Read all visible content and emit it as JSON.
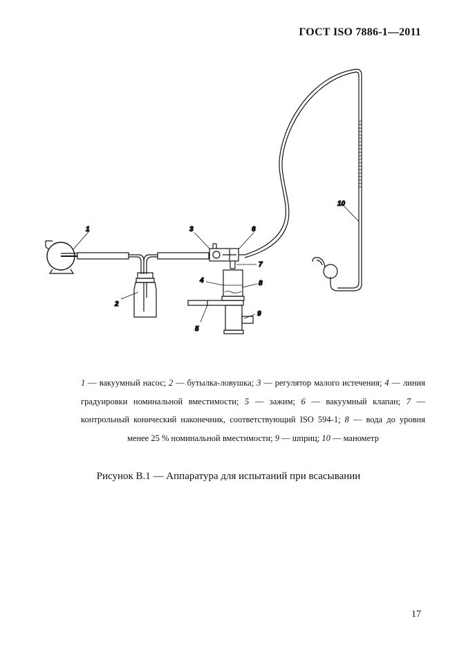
{
  "header": {
    "standard": "ГОСТ ISO 7886-1—2011"
  },
  "figure": {
    "labels": [
      "1",
      "2",
      "3",
      "4",
      "5",
      "6",
      "7",
      "8",
      "9",
      "10"
    ]
  },
  "legend": [
    {
      "num": "1",
      "text": " — вакуумный насос; "
    },
    {
      "num": "2",
      "text": " — бутылка-ловушка; "
    },
    {
      "num": "3",
      "text": " — регулятор малого истечения; "
    },
    {
      "num": "4",
      "text": " — линия градуировки номинальной вместимости; "
    },
    {
      "num": "5",
      "text": " — зажим; "
    },
    {
      "num": "6",
      "text": " — вакуумный клапан; "
    },
    {
      "num": "7",
      "text": " — контрольный конический наконечник, соответствующий ISO 594-1; "
    },
    {
      "num": "8",
      "text": " — вода до уровня менее 25 % номинальной вместимости; "
    },
    {
      "num": "9",
      "text": " — шприц; "
    },
    {
      "num": "10",
      "text": " — манометр"
    }
  ],
  "caption": "Рисунок В.1 — Аппаратура для испытаний при всасывании",
  "page_number": "17"
}
